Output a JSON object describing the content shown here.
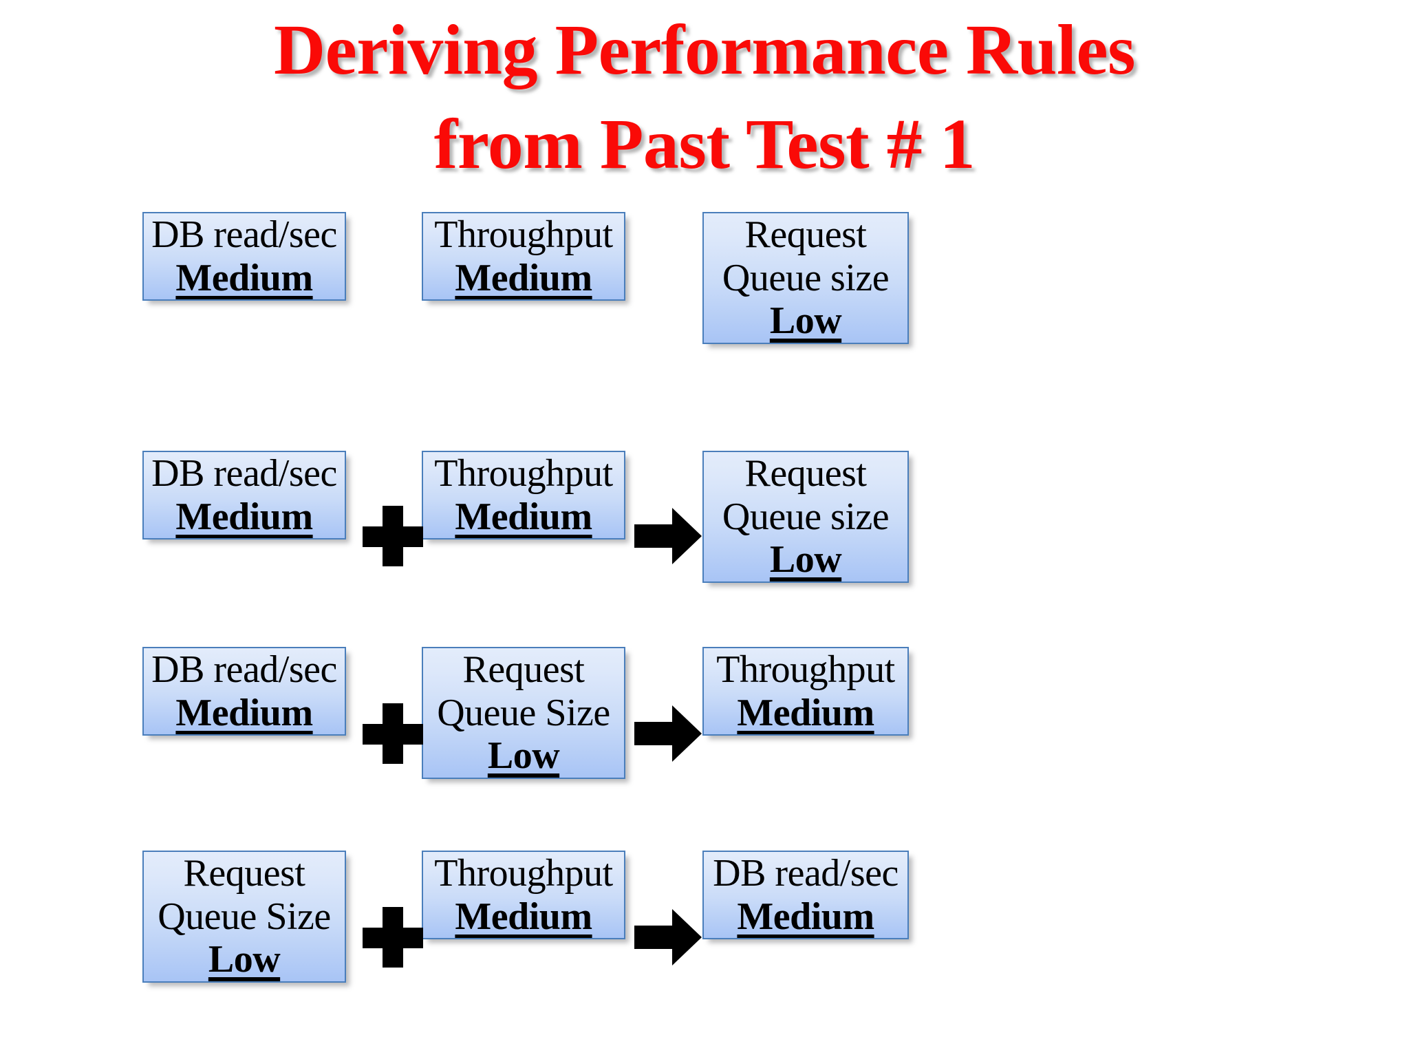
{
  "slide": {
    "title": "Deriving Performance Rules\nfrom Past Test # 1",
    "title_color": "#FA0A07",
    "background_color": "#FFFFFF"
  },
  "box_style": {
    "border_color": "#4A7EBB",
    "fill_top": "#E3ECFB",
    "fill_bottom": "#A8C4F5",
    "text_color": "#000000"
  },
  "operators": {
    "plus": "plus-sign",
    "arrow": "right-arrow"
  },
  "rows": [
    {
      "id": "row-1-observations",
      "has_operators": false,
      "boxes": [
        {
          "name": "db-read-sec",
          "lines": [
            "DB read/sec"
          ],
          "value": "Medium"
        },
        {
          "name": "throughput",
          "lines": [
            "Throughput"
          ],
          "value": "Medium"
        },
        {
          "name": "request-queue-size",
          "lines": [
            "Request",
            "Queue size"
          ],
          "value": "Low"
        }
      ]
    },
    {
      "id": "row-2-rule",
      "has_operators": true,
      "boxes": [
        {
          "name": "db-read-sec",
          "lines": [
            "DB read/sec"
          ],
          "value": "Medium"
        },
        {
          "name": "throughput",
          "lines": [
            "Throughput"
          ],
          "value": "Medium"
        },
        {
          "name": "request-queue-size",
          "lines": [
            "Request",
            "Queue size"
          ],
          "value": "Low"
        }
      ]
    },
    {
      "id": "row-3-rule",
      "has_operators": true,
      "boxes": [
        {
          "name": "db-read-sec",
          "lines": [
            "DB read/sec"
          ],
          "value": "Medium"
        },
        {
          "name": "request-queue-size",
          "lines": [
            "Request",
            "Queue Size"
          ],
          "value": "Low"
        },
        {
          "name": "throughput",
          "lines": [
            "Throughput"
          ],
          "value": "Medium"
        }
      ]
    },
    {
      "id": "row-4-rule",
      "has_operators": true,
      "boxes": [
        {
          "name": "request-queue-size",
          "lines": [
            "Request",
            "Queue Size"
          ],
          "value": "Low"
        },
        {
          "name": "throughput",
          "lines": [
            "Throughput"
          ],
          "value": "Medium"
        },
        {
          "name": "db-read-sec",
          "lines": [
            "DB read/sec"
          ],
          "value": "Medium"
        }
      ]
    }
  ]
}
